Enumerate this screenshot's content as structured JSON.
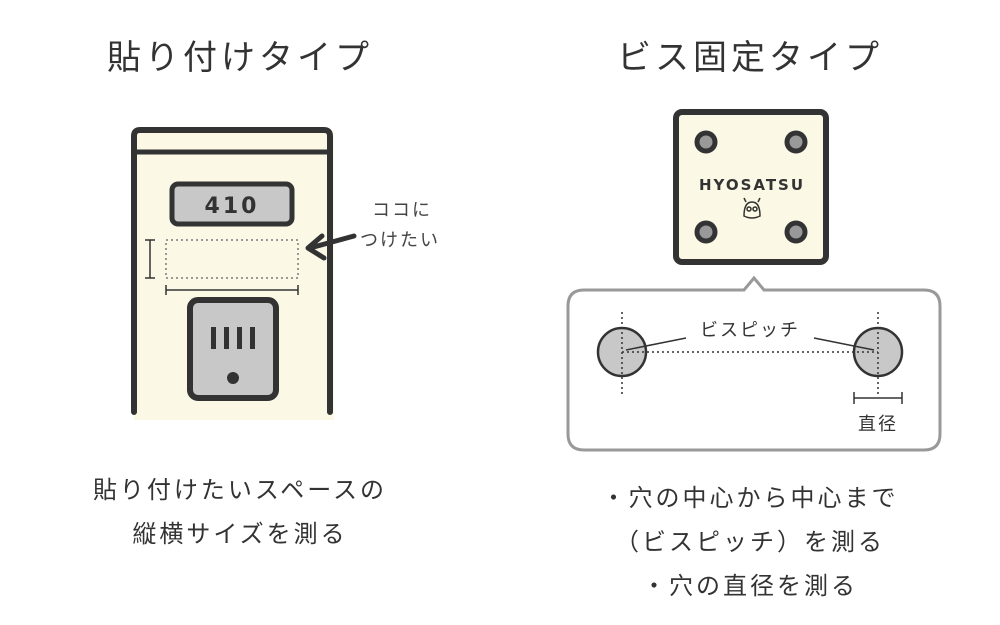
{
  "left": {
    "title": "貼り付けタイプ",
    "number_plate": "410",
    "callout_line1": "ココに",
    "callout_line2": "つけたい",
    "caption_line1": "貼り付けたいスペースの",
    "caption_line2": "縦横サイズを測る"
  },
  "right": {
    "title": "ビス固定タイプ",
    "plate_brand": "HYOSATSU",
    "pitch_label": "ビスピッチ",
    "diameter_label": "直径",
    "caption_line1": "・穴の中心から中心まで",
    "caption_line2": "（ビスピッチ）を測る",
    "caption_line3": "・穴の直径を測る"
  },
  "colors": {
    "outline": "#333333",
    "cream": "#fbf8e6",
    "gray_fill": "#c8c8c8",
    "dot_border": "#999999"
  },
  "icons": [
    "arrow-left-icon",
    "owl-icon"
  ]
}
